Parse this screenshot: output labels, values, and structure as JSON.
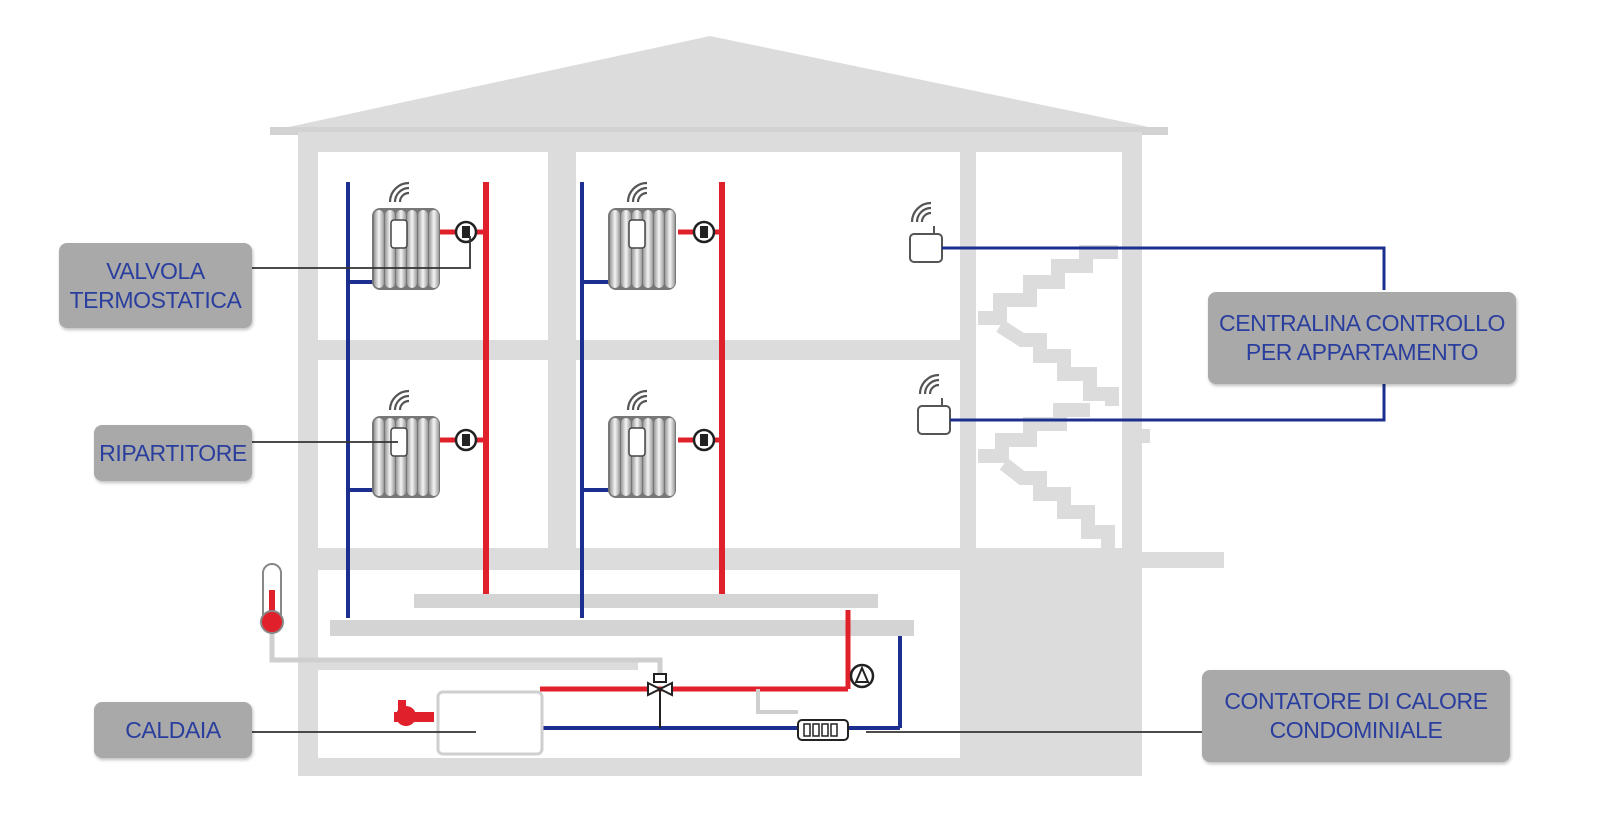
{
  "labels": {
    "valvola_termostatica": [
      "VALVOLA",
      "TERMOSTATICA"
    ],
    "ripartitore": [
      "RIPARTITORE"
    ],
    "caldaia": [
      "CALDAIA"
    ],
    "centralina": [
      "CENTRALINA CONTROLLO",
      "PER APPARTAMENTO"
    ],
    "contatore": [
      "CONTATORE DI CALORE",
      "CONDOMINIALE"
    ]
  },
  "colors": {
    "building": "#dcdcdc",
    "building_dark": "#cfcfcf",
    "label_box": "#a9a9a9",
    "label_text": "#2a3e9e",
    "hot_pipe": "#e0202a",
    "cold_pipe": "#1c2f8f",
    "control_wire": "#1c2f8f",
    "leader_line": "#333333"
  },
  "icons": [
    "radiator-icon",
    "thermostatic-valve-icon",
    "wifi-signal-icon",
    "thermostat-icon",
    "thermometer-icon",
    "boiler-icon",
    "burner-fan-icon",
    "pump-icon",
    "three-way-valve-icon",
    "heat-meter-icon"
  ]
}
